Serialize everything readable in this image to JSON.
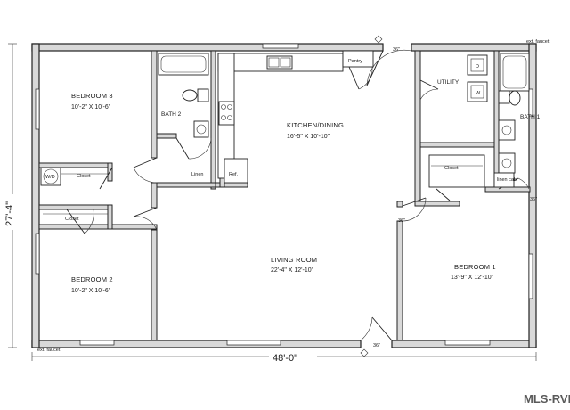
{
  "rooms": {
    "bedroom3": {
      "name": "BEDROOM 3",
      "dims": "10'-2\" X 10'-6\""
    },
    "bedroom2": {
      "name": "BEDROOM 2",
      "dims": "10'-2\" X 10'-6\""
    },
    "bedroom1": {
      "name": "BEDROOM 1",
      "dims": "13'-9\" X 12'-10\""
    },
    "kitchen": {
      "name": "KITCHEN/DINING",
      "dims": "16'-5\" X 10'-10\""
    },
    "living": {
      "name": "LIVING ROOM",
      "dims": "22'-4\" X 12'-10\""
    },
    "bath2": "BATH 2",
    "bath1": "BATH 1",
    "utility": "UTILITY"
  },
  "labels": {
    "pantry": "Pantry",
    "closet_b3": "Closet",
    "closet_b2": "Closet",
    "closet_b1": "Closet",
    "linen": "Linen",
    "ref": "Ref.",
    "linen_cab": "linen cab",
    "wd": "W/D",
    "dryer": "D",
    "washer": "W",
    "door_top": "36\"",
    "door_bottom": "36\"",
    "door_left": "36\"",
    "door_right": "36\"",
    "faucet_top": "ext. faucet",
    "faucet_bottom": "ext. faucet"
  },
  "dimensions": {
    "width": "48'-0\"",
    "depth": "27'-4\""
  },
  "watermark": "MLS-RVL"
}
